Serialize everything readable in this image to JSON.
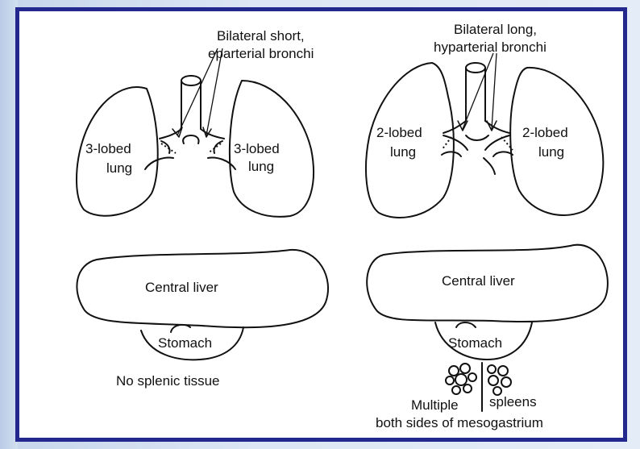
{
  "left": {
    "bronchi_label_line1": "Bilateral short,",
    "bronchi_label_line2": "eparterial bronchi",
    "right_lung_line1": "3-lobed",
    "right_lung_line2": "lung",
    "left_lung_line1": "3-lobed",
    "left_lung_line2": "lung",
    "liver_label": "Central liver",
    "stomach_label": "Stomach",
    "spleen_label": "No splenic tissue"
  },
  "right": {
    "bronchi_label_line1": "Bilateral long,",
    "bronchi_label_line2": "hyparterial bronchi",
    "right_lung_line1": "2-lobed",
    "right_lung_line2": "lung",
    "left_lung_line1": "2-lobed",
    "left_lung_line2": "lung",
    "liver_label": "Central liver",
    "stomach_label": "Stomach",
    "spleen_label_left": "Multiple",
    "spleen_label_right": "spleens",
    "spleen_label_line2": "both sides of mesogastrium"
  },
  "colors": {
    "frame_border": "#23288f",
    "background": "#dce6f4",
    "ink": "#111111"
  }
}
